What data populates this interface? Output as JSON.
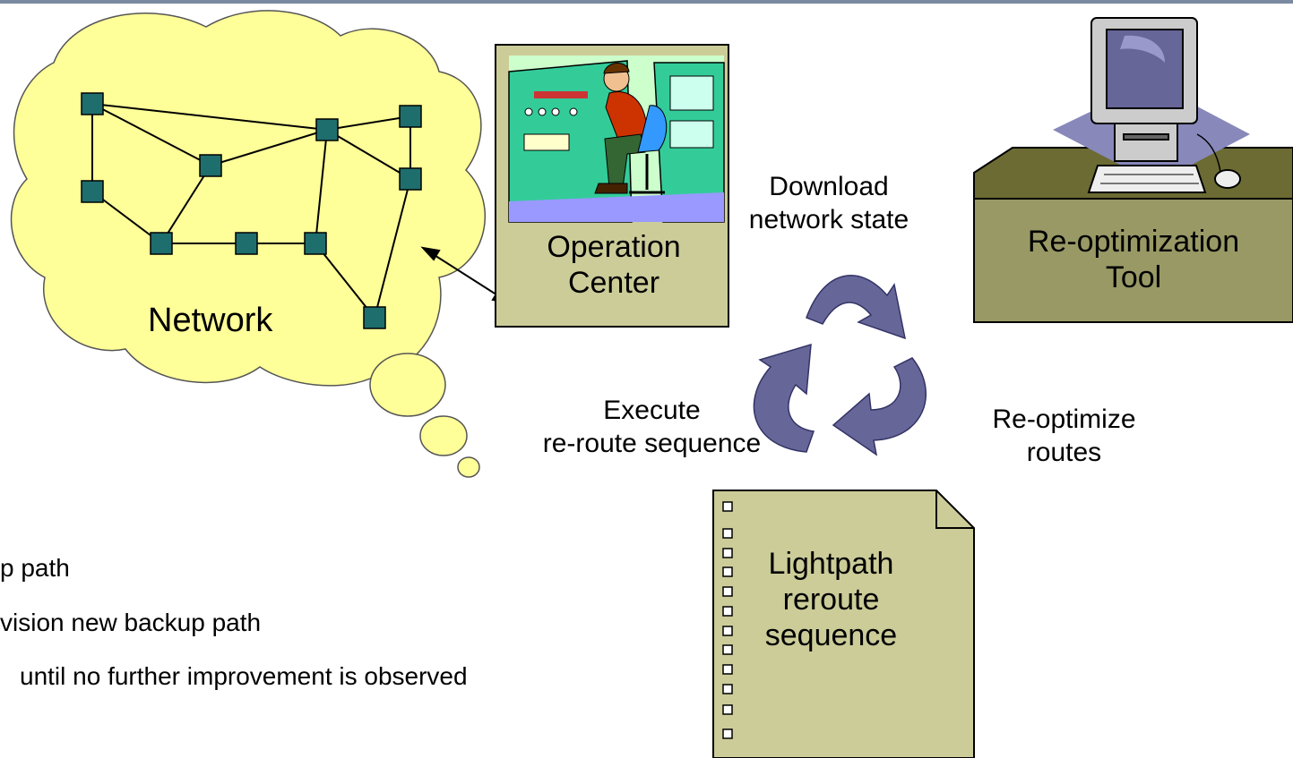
{
  "network": {
    "label": "Network"
  },
  "operation_center": {
    "line1": "Operation",
    "line2": "Center"
  },
  "reopt_tool": {
    "line1": "Re-optimization",
    "line2": "Tool"
  },
  "cycle": {
    "download_line1": "Download",
    "download_line2": "network state",
    "reoptimize_line1": "Re-optimize",
    "reoptimize_line2": "routes",
    "execute_line1": "Execute",
    "execute_line2": "re-route sequence"
  },
  "sequence_doc": {
    "line1": "Lightpath",
    "line2": "reroute",
    "line3": "sequence"
  },
  "bullets": [
    "p path",
    "vision new backup path",
    "until no further improvement is observed"
  ],
  "colors": {
    "cloud": "#ffff99",
    "node": "#1f6e6e",
    "box": "#cccc99",
    "desk_front": "#999966",
    "desk_top": "#6b6b33",
    "arrow": "#666699"
  }
}
